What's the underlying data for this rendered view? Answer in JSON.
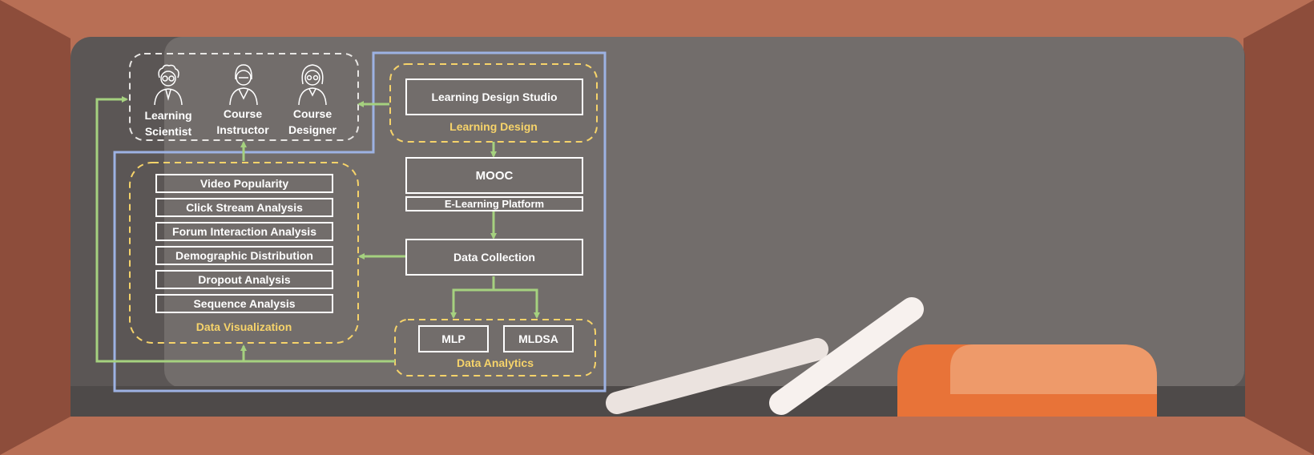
{
  "colors": {
    "frame": "#b86f55",
    "board": "#6f6a68",
    "blue_line": "#9db2e3",
    "green_arrow": "#a5d17f",
    "yellow_dash": "#f6d36a",
    "white_dash": "#e8e6e4",
    "chalk": "#f4ece8",
    "eraser": "#ed7a3d"
  },
  "roles": [
    {
      "line1": "Learning",
      "line2": "Scientist",
      "icon": "scientist-icon"
    },
    {
      "line1": "Course",
      "line2": "Instructor",
      "icon": "instructor-icon"
    },
    {
      "line1": "Course",
      "line2": "Designer",
      "icon": "designer-icon"
    }
  ],
  "learning_design": {
    "studio": "Learning Design Studio",
    "label": "Learning Design"
  },
  "platform": {
    "mooc": "MOOC",
    "elearning": "E-Learning Platform"
  },
  "data_collection": "Data Collection",
  "data_visualization": {
    "items": [
      "Video Popularity",
      "Click Stream Analysis",
      "Forum Interaction Analysis",
      "Demographic Distribution",
      "Dropout Analysis",
      "Sequence Analysis"
    ],
    "label": "Data Visualization"
  },
  "data_analytics": {
    "mlp": "MLP",
    "mldsa": "MLDSA",
    "label": "Data Analytics"
  }
}
